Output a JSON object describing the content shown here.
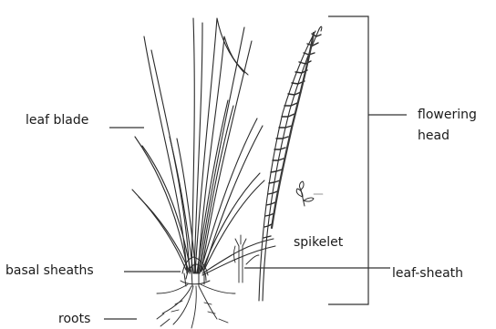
{
  "labels": {
    "leaf_blade": "leaf blade",
    "basal_sheaths": "basal sheaths",
    "roots": "roots",
    "flowering": "flowering",
    "head": "head",
    "spikelet": "spikelet",
    "leaf_sheath": "leaf-sheath"
  },
  "colors": {
    "ink": "#2a2a2a",
    "leader": "#333333"
  }
}
